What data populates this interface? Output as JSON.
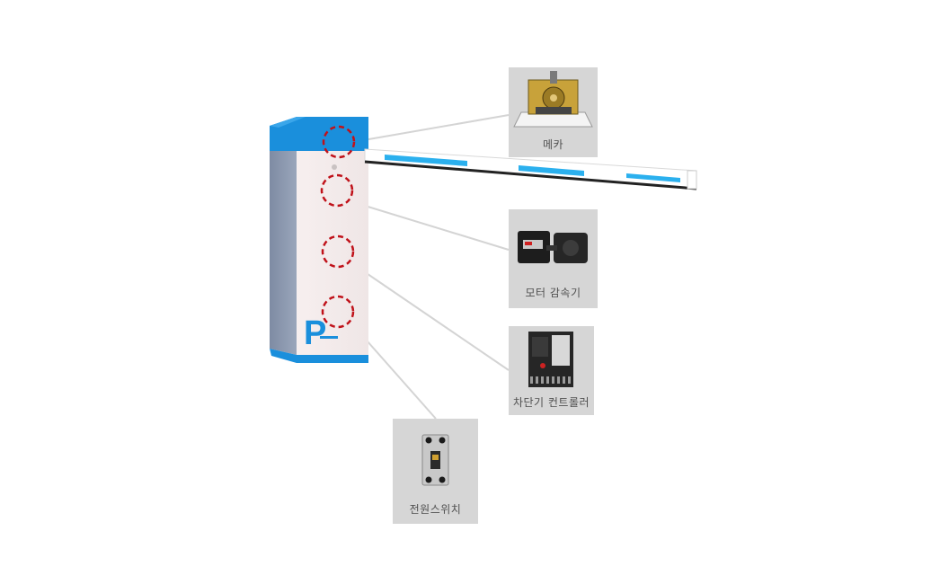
{
  "diagram": {
    "components": [
      {
        "id": "mecha",
        "label": "메카",
        "icon": "gear-mechanism-photo"
      },
      {
        "id": "motor",
        "label": "모터 감속기",
        "icon": "motor-reducer-photo"
      },
      {
        "id": "controller",
        "label": "차단기 컨트롤러",
        "icon": "controller-board-photo"
      },
      {
        "id": "power",
        "label": "전원스위치",
        "icon": "power-switch-photo"
      }
    ],
    "barrier": {
      "logo_letter": "P",
      "colors": {
        "cabinet_top": "#1a8fdc",
        "cabinet_front": "#f5eeee",
        "cabinet_side": "#8c99b0",
        "boom_stripe": "#2bb0ee",
        "marker_circle": "#c0121a",
        "leader_line": "#d4d4d4",
        "card_bg": "#d6d6d6"
      }
    }
  }
}
